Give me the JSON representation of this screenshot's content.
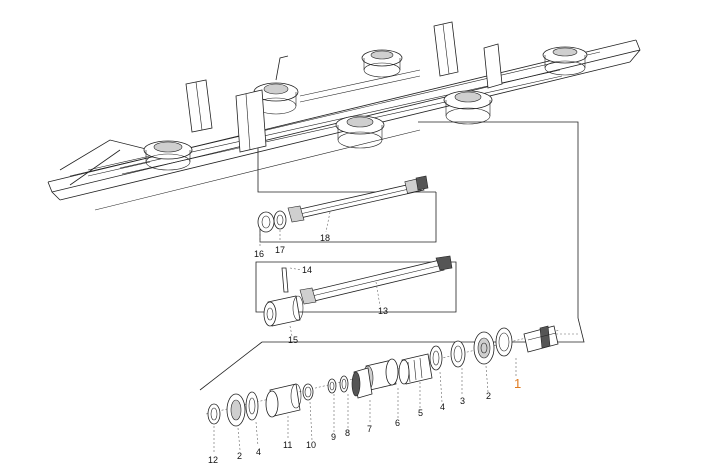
{
  "callouts": {
    "p1": "1",
    "p2a": "2",
    "p2b": "2",
    "p3": "3",
    "p4a": "4",
    "p4b": "4",
    "p5": "5",
    "p6": "6",
    "p7": "7",
    "p8": "8",
    "p9": "9",
    "p10": "10",
    "p11": "11",
    "p12": "12",
    "p13": "13",
    "p14": "14",
    "p15": "15",
    "p16": "16",
    "p17": "17",
    "p18": "18"
  },
  "colors": {
    "highlight_callout": "#e07a1f",
    "line": "#222222",
    "background": "#ffffff"
  }
}
